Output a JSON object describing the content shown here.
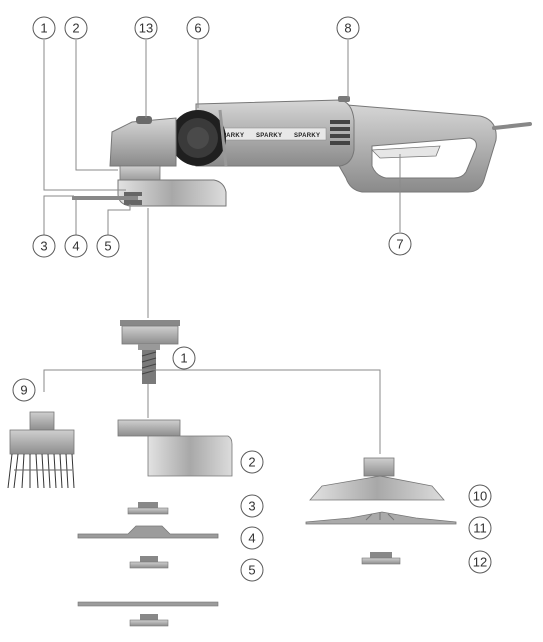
{
  "brand_text": "SPARKY",
  "colors": {
    "body": "#b8b8b8",
    "body_dark": "#8c8c8c",
    "body_light": "#dadada",
    "steel": "#9a9a9a",
    "dark": "#2a2a2a",
    "leader": "#8a8a8a"
  },
  "callouts": [
    {
      "id": "c1",
      "label": "1"
    },
    {
      "id": "c2",
      "label": "2"
    },
    {
      "id": "c13",
      "label": "13"
    },
    {
      "id": "c6",
      "label": "6"
    },
    {
      "id": "c8",
      "label": "8"
    },
    {
      "id": "c3",
      "label": "3"
    },
    {
      "id": "c4",
      "label": "4"
    },
    {
      "id": "c5",
      "label": "5"
    },
    {
      "id": "c7",
      "label": "7"
    },
    {
      "id": "c1b",
      "label": "1"
    },
    {
      "id": "c9",
      "label": "9"
    },
    {
      "id": "c2b",
      "label": "2"
    },
    {
      "id": "c10",
      "label": "10"
    },
    {
      "id": "c11",
      "label": "11"
    },
    {
      "id": "c12",
      "label": "12"
    },
    {
      "id": "c3b",
      "label": "3"
    },
    {
      "id": "c4b",
      "label": "4"
    },
    {
      "id": "c5b",
      "label": "5"
    }
  ]
}
